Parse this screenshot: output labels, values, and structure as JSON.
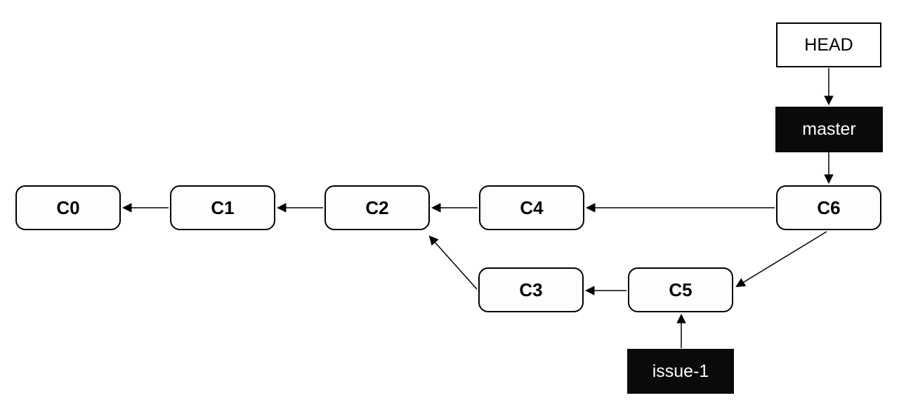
{
  "graph": {
    "title": "git-commit-graph",
    "commits": [
      {
        "id": "C0",
        "label": "C0",
        "parents": []
      },
      {
        "id": "C1",
        "label": "C1",
        "parents": [
          "C0"
        ]
      },
      {
        "id": "C2",
        "label": "C2",
        "parents": [
          "C1"
        ]
      },
      {
        "id": "C3",
        "label": "C3",
        "parents": [
          "C2"
        ]
      },
      {
        "id": "C4",
        "label": "C4",
        "parents": [
          "C2"
        ]
      },
      {
        "id": "C5",
        "label": "C5",
        "parents": [
          "C3"
        ]
      },
      {
        "id": "C6",
        "label": "C6",
        "parents": [
          "C4",
          "C5"
        ]
      }
    ],
    "refs": [
      {
        "id": "HEAD",
        "label": "HEAD",
        "points_to": "master",
        "style": "outline"
      },
      {
        "id": "master",
        "label": "master",
        "points_to": "C6",
        "style": "filled"
      },
      {
        "id": "issue-1",
        "label": "issue-1",
        "points_to": "C5",
        "style": "filled"
      }
    ],
    "edges": [
      {
        "from": "C1",
        "to": "C0"
      },
      {
        "from": "C2",
        "to": "C1"
      },
      {
        "from": "C4",
        "to": "C2"
      },
      {
        "from": "C6",
        "to": "C4"
      },
      {
        "from": "C3",
        "to": "C2"
      },
      {
        "from": "C5",
        "to": "C3"
      },
      {
        "from": "C6",
        "to": "C5"
      },
      {
        "from": "HEAD",
        "to": "master"
      },
      {
        "from": "master",
        "to": "C6"
      },
      {
        "from": "issue-1",
        "to": "C5"
      }
    ],
    "colors": {
      "background": "#ffffff",
      "commit_fill": "#fdfdfd",
      "commit_border": "#000000",
      "ref_filled_bg": "#0a0a0a",
      "ref_filled_text": "#ffffff",
      "arrow": "#000000"
    }
  }
}
